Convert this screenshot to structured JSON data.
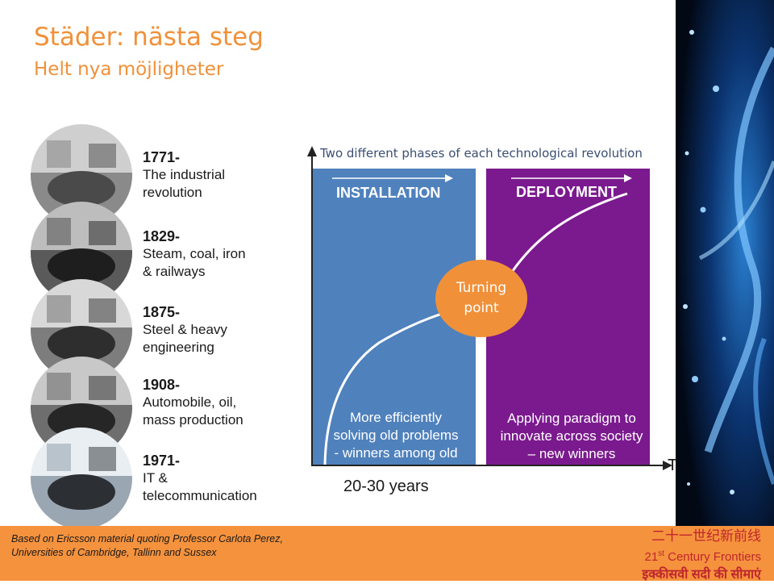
{
  "header": {
    "title": "Städer: nästa steg",
    "subtitle": "Helt nya möjligheter"
  },
  "timeline": [
    {
      "year": "1771-",
      "lines": [
        "The industrial",
        "revolution"
      ],
      "image": "industrial-crowd-photo"
    },
    {
      "year": "1829-",
      "lines": [
        "Steam, coal, iron",
        "& railways"
      ],
      "image": "steam-locomotive-photo"
    },
    {
      "year": "1875-",
      "lines": [
        "Steel & heavy",
        "engineering"
      ],
      "image": "steel-worker-photo"
    },
    {
      "year": "1908-",
      "lines": [
        "Automobile, oil,",
        "mass production"
      ],
      "image": "vintage-car-photo"
    },
    {
      "year": "1971-",
      "lines": [
        "IT &",
        "telecommunication"
      ],
      "image": "computer-operator-photo"
    }
  ],
  "phases": {
    "caption": "Two different phases of each technological revolution",
    "installation": {
      "label": "INSTALLATION",
      "lines": [
        "More efficiently",
        "solving old problems",
        "- winners among old"
      ],
      "duration": "20-30 years"
    },
    "turning_point": {
      "lines": [
        "Turning",
        "point"
      ]
    },
    "deployment": {
      "label": "DEPLOYMENT",
      "lines": [
        "Applying paradigm to",
        "innovate across society",
        "– new winners"
      ]
    },
    "time_axis_label": "T"
  },
  "footer": {
    "credit_lines": [
      "Based on Ericsson material quoting Professor Carlota Perez,",
      "Universities of Cambridge, Tallinn and Sussex"
    ],
    "logo": {
      "chinese": "二十一世纪新前线",
      "english_prefix": "21",
      "english_sup": "st",
      "english_suffix": " Century Frontiers",
      "hindi": "इक्कीसवी सदी की सीमाएं"
    }
  },
  "colors": {
    "accent_orange": "#f0913a",
    "installation_blue": "#4f81bd",
    "deployment_purple": "#7b1a8e",
    "footer_orange": "#f5923e",
    "logo_red": "#c0262d"
  }
}
